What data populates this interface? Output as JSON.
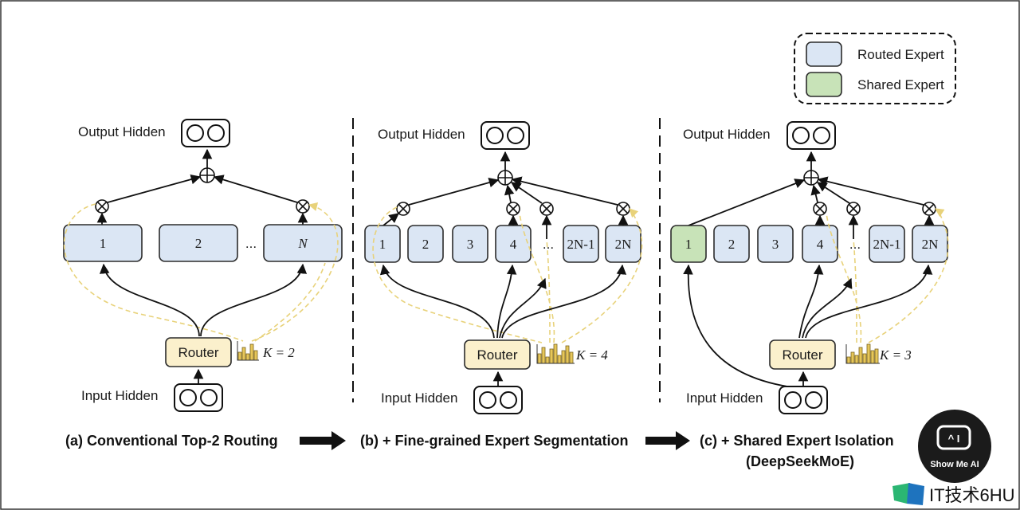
{
  "legend": {
    "routed_label": "Routed Expert",
    "shared_label": "Shared Expert",
    "routed_color": "#dbe6f4",
    "shared_color": "#c8e3b8"
  },
  "colors": {
    "router_fill": "#fbf0cc",
    "gate_line": "#e8d27a"
  },
  "panels": {
    "a": {
      "output_label": "Output Hidden",
      "input_label": "Input Hidden",
      "router_label": "Router",
      "experts": [
        "1",
        "2",
        "N"
      ],
      "ellipsis": "...",
      "k_label": "K = 2",
      "caption": "(a) Conventional Top-2 Routing"
    },
    "b": {
      "output_label": "Output Hidden",
      "input_label": "Input Hidden",
      "router_label": "Router",
      "experts": [
        "1",
        "2",
        "3",
        "4",
        "2N-1",
        "2N"
      ],
      "ellipsis": "...",
      "k_label": "K = 4",
      "caption": "(b) + Fine-grained Expert Segmentation"
    },
    "c": {
      "output_label": "Output Hidden",
      "input_label": "Input Hidden",
      "router_label": "Router",
      "experts": [
        "1",
        "2",
        "3",
        "4",
        "2N-1",
        "2N"
      ],
      "ellipsis": "...",
      "k_label": "K = 3",
      "caption_line1": "(c) + Shared Expert Isolation",
      "caption_line2": "(DeepSeekMoE)"
    }
  },
  "watermarks": {
    "badge": "Show Me AI",
    "site": "IT技术6HU"
  }
}
